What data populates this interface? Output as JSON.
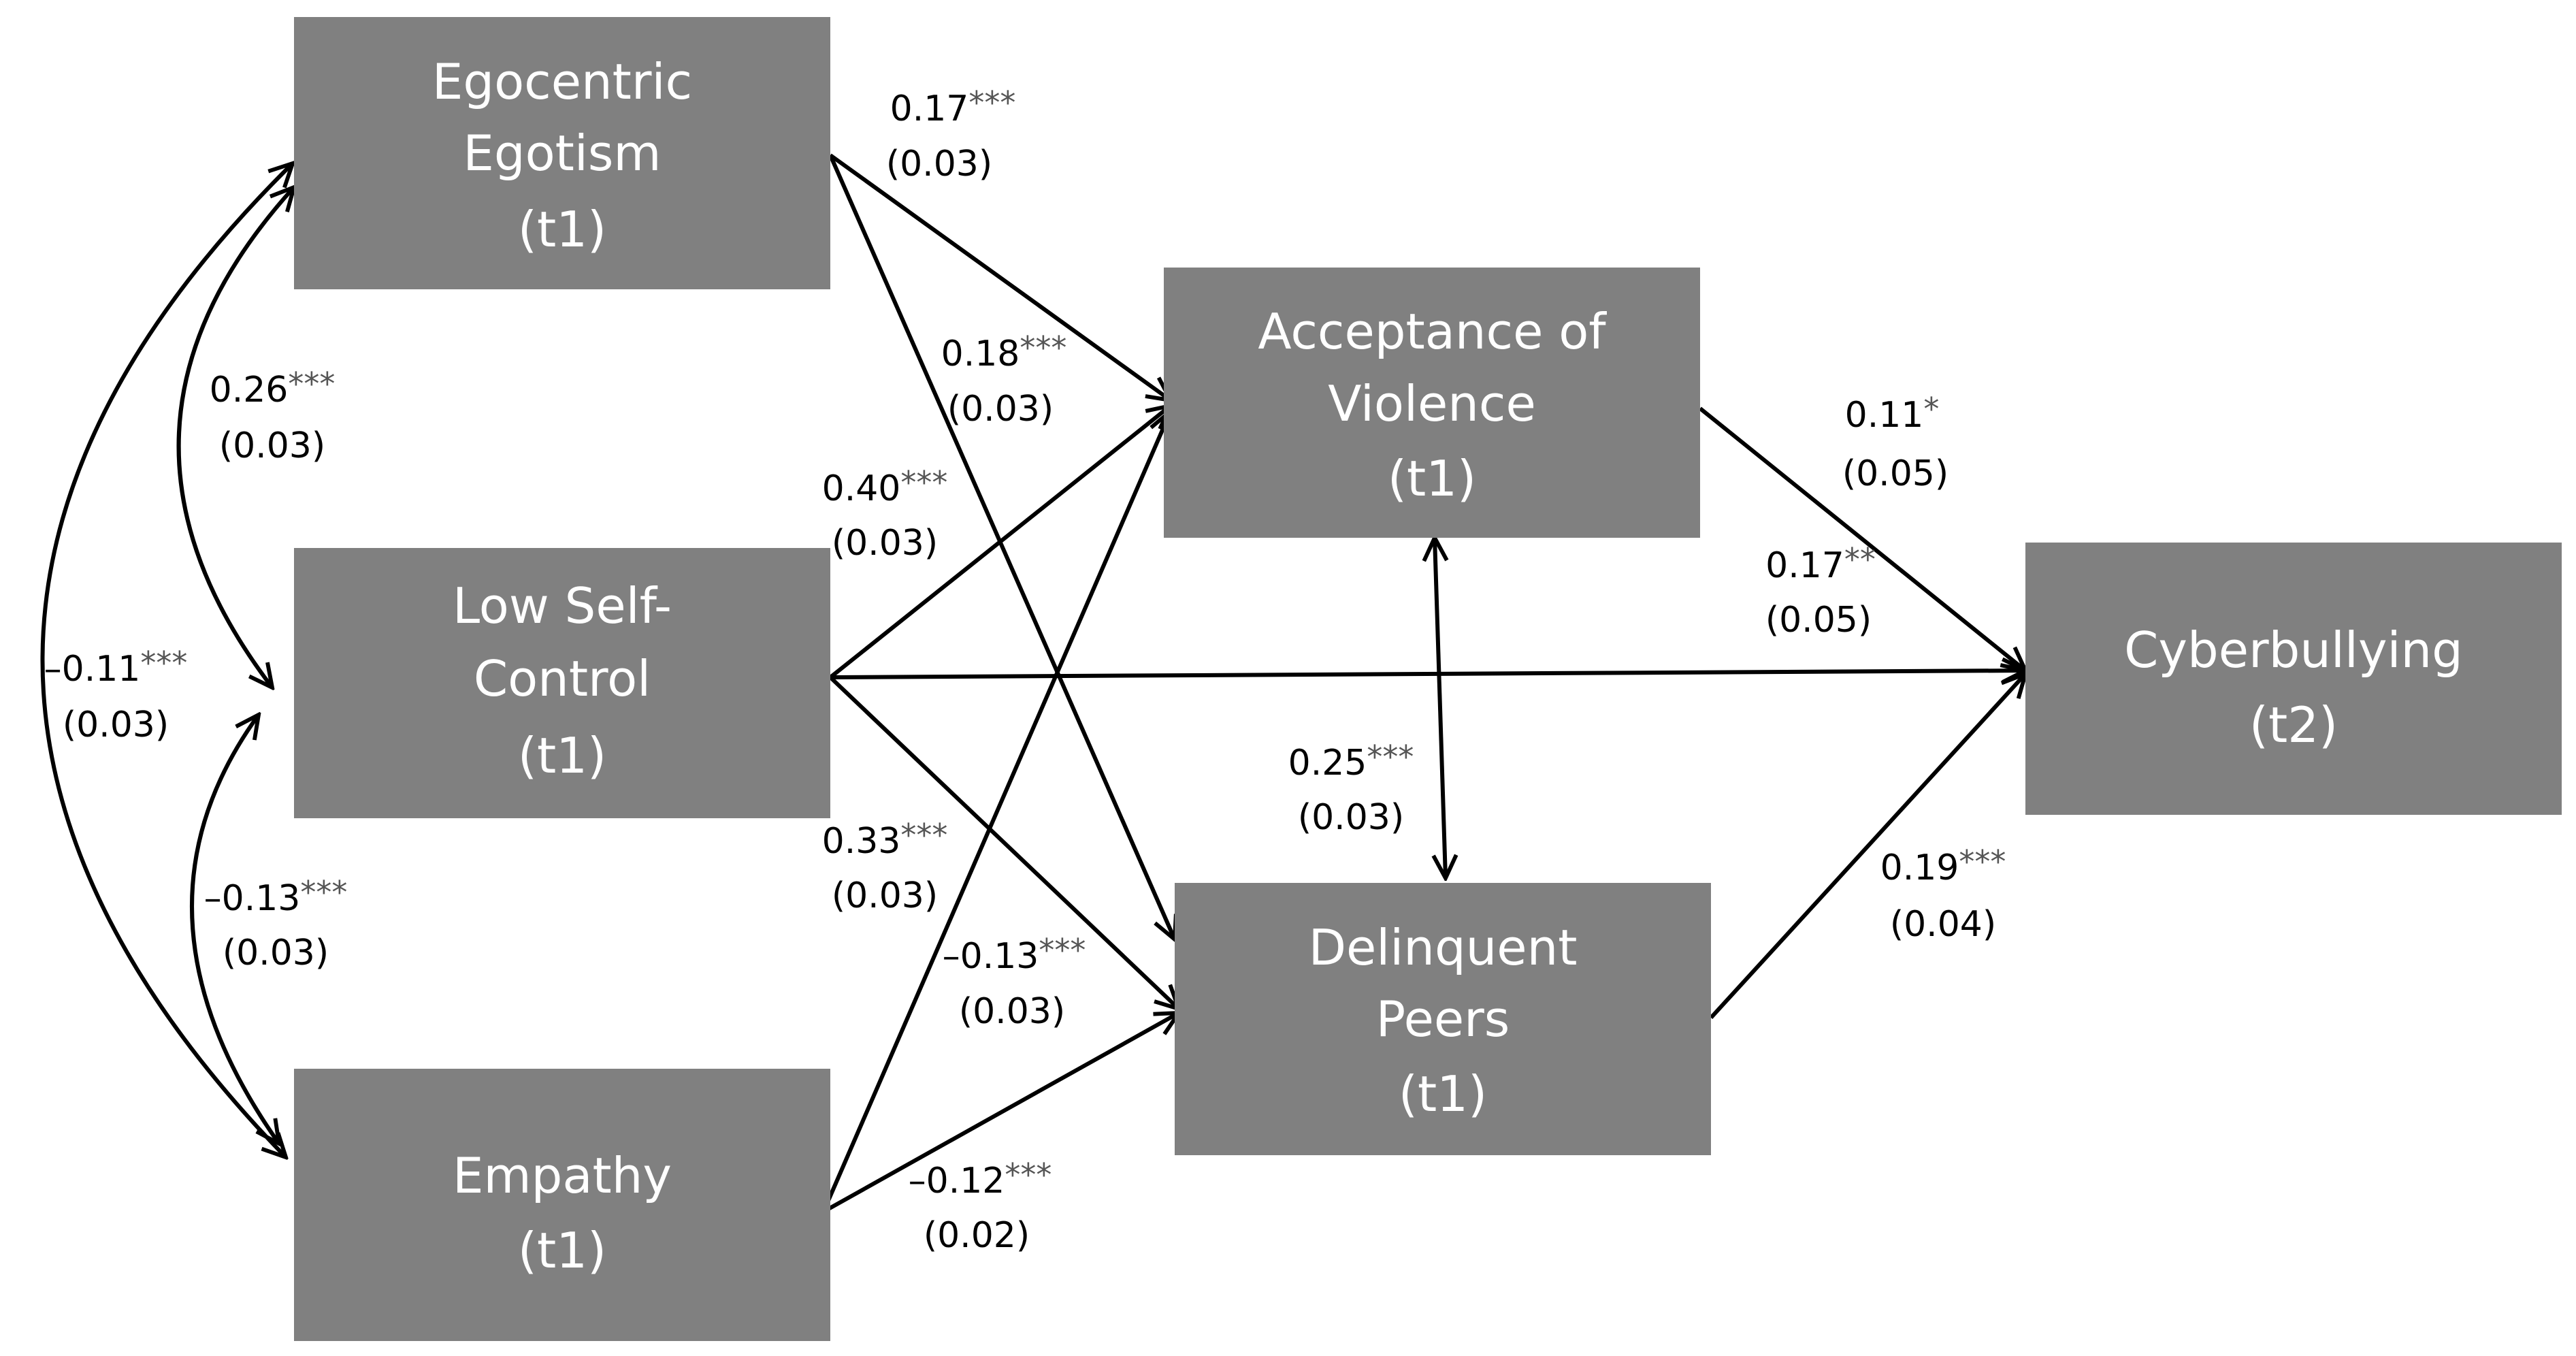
{
  "nodes": {
    "egoc": {
      "lines": [
        "Egocentric",
        "Egotism",
        "(t1)"
      ]
    },
    "lsc": {
      "lines": [
        "Low Self-",
        "Control",
        "(t1)"
      ]
    },
    "emp": {
      "lines": [
        "Empathy",
        "(t1)"
      ]
    },
    "aov": {
      "lines": [
        "Acceptance of",
        "Violence",
        "(t1)"
      ]
    },
    "dp": {
      "lines": [
        "Delinquent",
        "Peers",
        "(t1)"
      ]
    },
    "cyb": {
      "lines": [
        "Cyberbullying",
        "(t2)"
      ]
    }
  },
  "edges": {
    "egoc_aov": {
      "coef": "0.17",
      "sig": "***",
      "se": "(0.03)"
    },
    "egoc_dp": {
      "coef": "0.18",
      "sig": "***",
      "se": "(0.03)"
    },
    "lsc_aov": {
      "coef": "0.40",
      "sig": "***",
      "se": "(0.03)"
    },
    "lsc_dp": {
      "coef": "0.33",
      "sig": "***",
      "se": "(0.03)"
    },
    "lsc_cyb": {
      "coef": "0.17",
      "sig": "**",
      "se": "(0.05)"
    },
    "emp_aov": {
      "coef": "–0.13",
      "sig": "***",
      "se": "(0.03)"
    },
    "emp_dp": {
      "coef": "–0.12",
      "sig": "***",
      "se": "(0.02)"
    },
    "aov_cyb": {
      "coef": "0.11",
      "sig": "*",
      "se": "(0.05)"
    },
    "dp_cyb": {
      "coef": "0.19",
      "sig": "***",
      "se": "(0.04)"
    },
    "aov_dp": {
      "coef": "0.25",
      "sig": "***",
      "se": "(0.03)"
    },
    "egoc_lsc": {
      "coef": "0.26",
      "sig": "***",
      "se": "(0.03)"
    },
    "lsc_emp": {
      "coef": "–0.13",
      "sig": "***",
      "se": "(0.03)"
    },
    "egoc_emp": {
      "coef": "–0.11",
      "sig": "***",
      "se": "(0.03)"
    }
  }
}
